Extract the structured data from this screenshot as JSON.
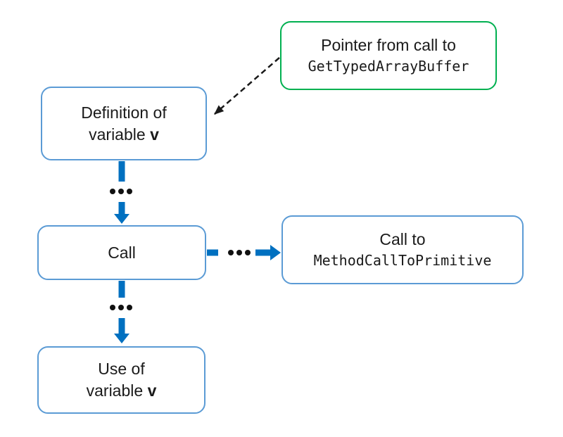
{
  "diagram": {
    "colors": {
      "background": "#ffffff",
      "green_node_border": "#00B050",
      "blue_node_border": "#5B9BD5",
      "arrow_blue": "#0070C0",
      "dashed_arrow": "#1a1a1a",
      "ellipsis_dots": "#111111",
      "text": "#1a1a1a"
    },
    "nodes": {
      "pointer_note": {
        "line1": "Pointer from call to",
        "line2": "GetTypedArrayBuffer"
      },
      "definition": {
        "line1": "Definition of",
        "line2_text": "variable",
        "line2_bold": "v"
      },
      "call": {
        "label": "Call"
      },
      "method_call": {
        "line1": "Call to",
        "line2": "MethodCallToPrimitive"
      },
      "use": {
        "line1": "Use of",
        "line2_text": "variable",
        "line2_bold": "v"
      }
    },
    "connectors": [
      {
        "from": "pointer_note",
        "to": "definition",
        "style": "dashed-black",
        "label": ""
      },
      {
        "from": "definition",
        "to": "call",
        "style": "thick-blue",
        "label": "..."
      },
      {
        "from": "call",
        "to": "method_call",
        "style": "thick-blue",
        "label": "..."
      },
      {
        "from": "call",
        "to": "use",
        "style": "thick-blue",
        "label": "..."
      }
    ]
  }
}
